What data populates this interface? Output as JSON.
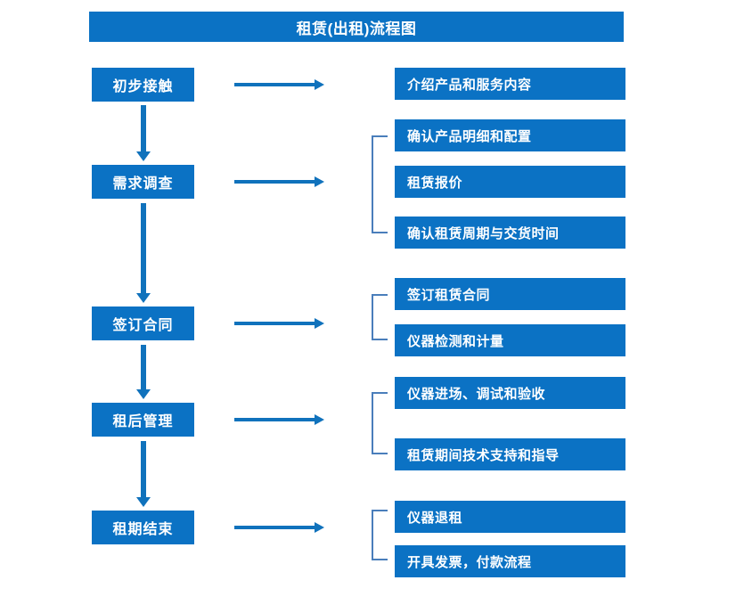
{
  "diagram": {
    "title": "租赁(出租)流程图",
    "colors": {
      "box_fill": "#0b72c4",
      "box_text": "#ffffff",
      "arrow": "#1072bc",
      "bracket": "#4a7ebb",
      "background": "#ffffff"
    },
    "stages": [
      {
        "id": "stage-1",
        "label": "初步接触"
      },
      {
        "id": "stage-2",
        "label": "需求调查"
      },
      {
        "id": "stage-3",
        "label": "签订合同"
      },
      {
        "id": "stage-4",
        "label": "租后管理"
      },
      {
        "id": "stage-5",
        "label": "租期结束"
      }
    ],
    "details": [
      {
        "id": "detail-1-1",
        "label": "介绍产品和服务内容"
      },
      {
        "id": "detail-2-1",
        "label": "确认产品明细和配置"
      },
      {
        "id": "detail-2-2",
        "label": "租赁报价"
      },
      {
        "id": "detail-2-3",
        "label": "确认租赁周期与交货时间"
      },
      {
        "id": "detail-3-1",
        "label": "签订租赁合同"
      },
      {
        "id": "detail-3-2",
        "label": "仪器检测和计量"
      },
      {
        "id": "detail-4-1",
        "label": "仪器进场、调试和验收"
      },
      {
        "id": "detail-4-2",
        "label": "租赁期间技术支持和指导"
      },
      {
        "id": "detail-5-1",
        "label": "仪器退租"
      },
      {
        "id": "detail-5-2",
        "label": "开具发票，付款流程"
      }
    ]
  }
}
